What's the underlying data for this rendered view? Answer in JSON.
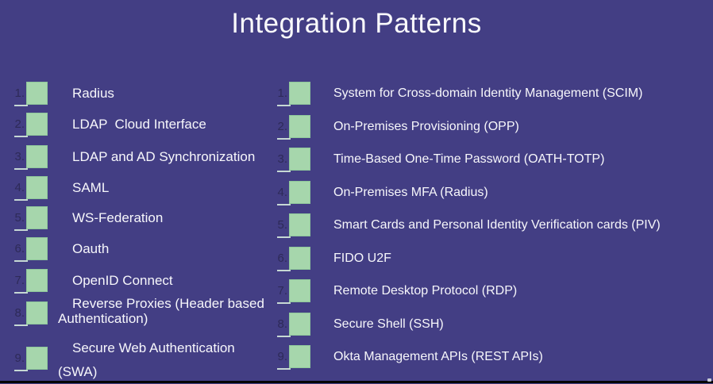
{
  "title": "Integration Patterns",
  "colors": {
    "bg": "#433e84",
    "square": "#a6d6ac",
    "squareBorder": "#8fc79b",
    "underline": "#c6d8d4",
    "number": "#2e2a58",
    "text": "#f7f7fb",
    "titleColor": "#fafafc",
    "bottomBar": "#050505"
  },
  "columns": [
    {
      "name": "left",
      "items": [
        {
          "num": "1.",
          "label": "Radius"
        },
        {
          "num": "2.",
          "label": "LDAP  Cloud Interface"
        },
        {
          "num": "3.",
          "label": "LDAP and AD Synchronization"
        },
        {
          "num": "4.",
          "label": "SAML"
        },
        {
          "num": "5.",
          "label": "WS-Federation"
        },
        {
          "num": "6.",
          "label": "Oauth"
        },
        {
          "num": "7.",
          "label": "OpenID Connect"
        },
        {
          "num": "8.",
          "label": "Reverse Proxies (Header based\nAuthentication)"
        },
        {
          "num": "9.",
          "label": "Secure Web Authentication\n(SWA)"
        }
      ]
    },
    {
      "name": "right",
      "items": [
        {
          "num": "1.",
          "label": "System for Cross-domain Identity Management (SCIM)"
        },
        {
          "num": "2.",
          "label": "On-Premises Provisioning (OPP)"
        },
        {
          "num": "3.",
          "label": "Time-Based One-Time Password (OATH-TOTP)"
        },
        {
          "num": "4.",
          "label": "On-Premises MFA (Radius)"
        },
        {
          "num": "5.",
          "label": "Smart Cards and Personal Identity Verification cards (PIV)"
        },
        {
          "num": "6.",
          "label": "FIDO U2F"
        },
        {
          "num": "7.",
          "label": "Remote Desktop Protocol (RDP)"
        },
        {
          "num": "8.",
          "label": "Secure Shell (SSH)"
        },
        {
          "num": "9.",
          "label": "Okta Management APIs (REST APIs)"
        }
      ]
    }
  ]
}
